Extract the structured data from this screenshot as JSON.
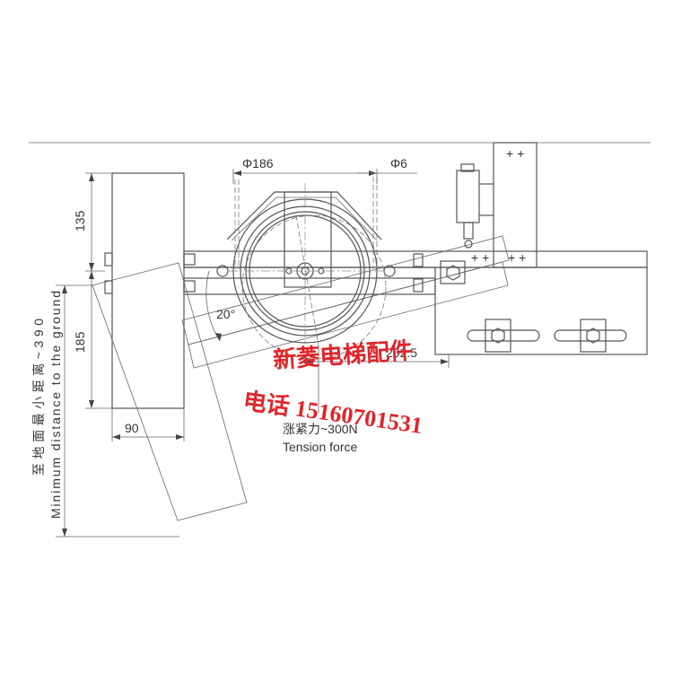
{
  "dimensions": {
    "d186": "Φ186",
    "d6": "Φ6",
    "h135": "135",
    "h185": "185",
    "w90": "90",
    "angle20": "20°",
    "d202": "202.5"
  },
  "side_note": {
    "cn": "至地面最小距离~390",
    "en": "Minimum distance to the ground"
  },
  "tension": {
    "cn": "涨紧力~300N",
    "en": "Tension force"
  },
  "watermark": {
    "line1": "新菱电梯配件",
    "line2": "电话 15160701531"
  }
}
